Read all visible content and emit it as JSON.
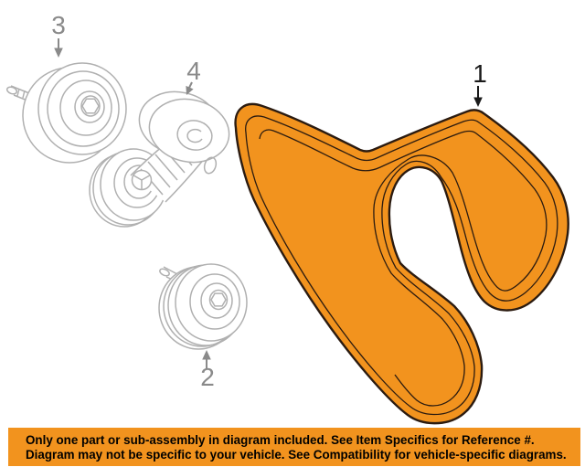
{
  "diagram": {
    "background": "#FFFFFF",
    "belt_fill": "#F2931E",
    "belt_outline": "#2B1B10",
    "part_line_color": "#B0B0B0",
    "callout_gray": "#8A8A8A",
    "callout_black": "#1A1A1A",
    "callouts": {
      "belt": {
        "label": "1"
      },
      "lower_idler": {
        "label": "2"
      },
      "upper_idler": {
        "label": "3"
      },
      "tensioner": {
        "label": "4"
      }
    }
  },
  "banner": {
    "background": "#F2931E",
    "text_color": "#000000",
    "line1": "Only one part or sub-assembly in diagram included. See Item Specifics for Reference #.",
    "line2": "Diagram may not be specific to your vehicle. See Compatibility for vehicle-specific diagrams."
  }
}
